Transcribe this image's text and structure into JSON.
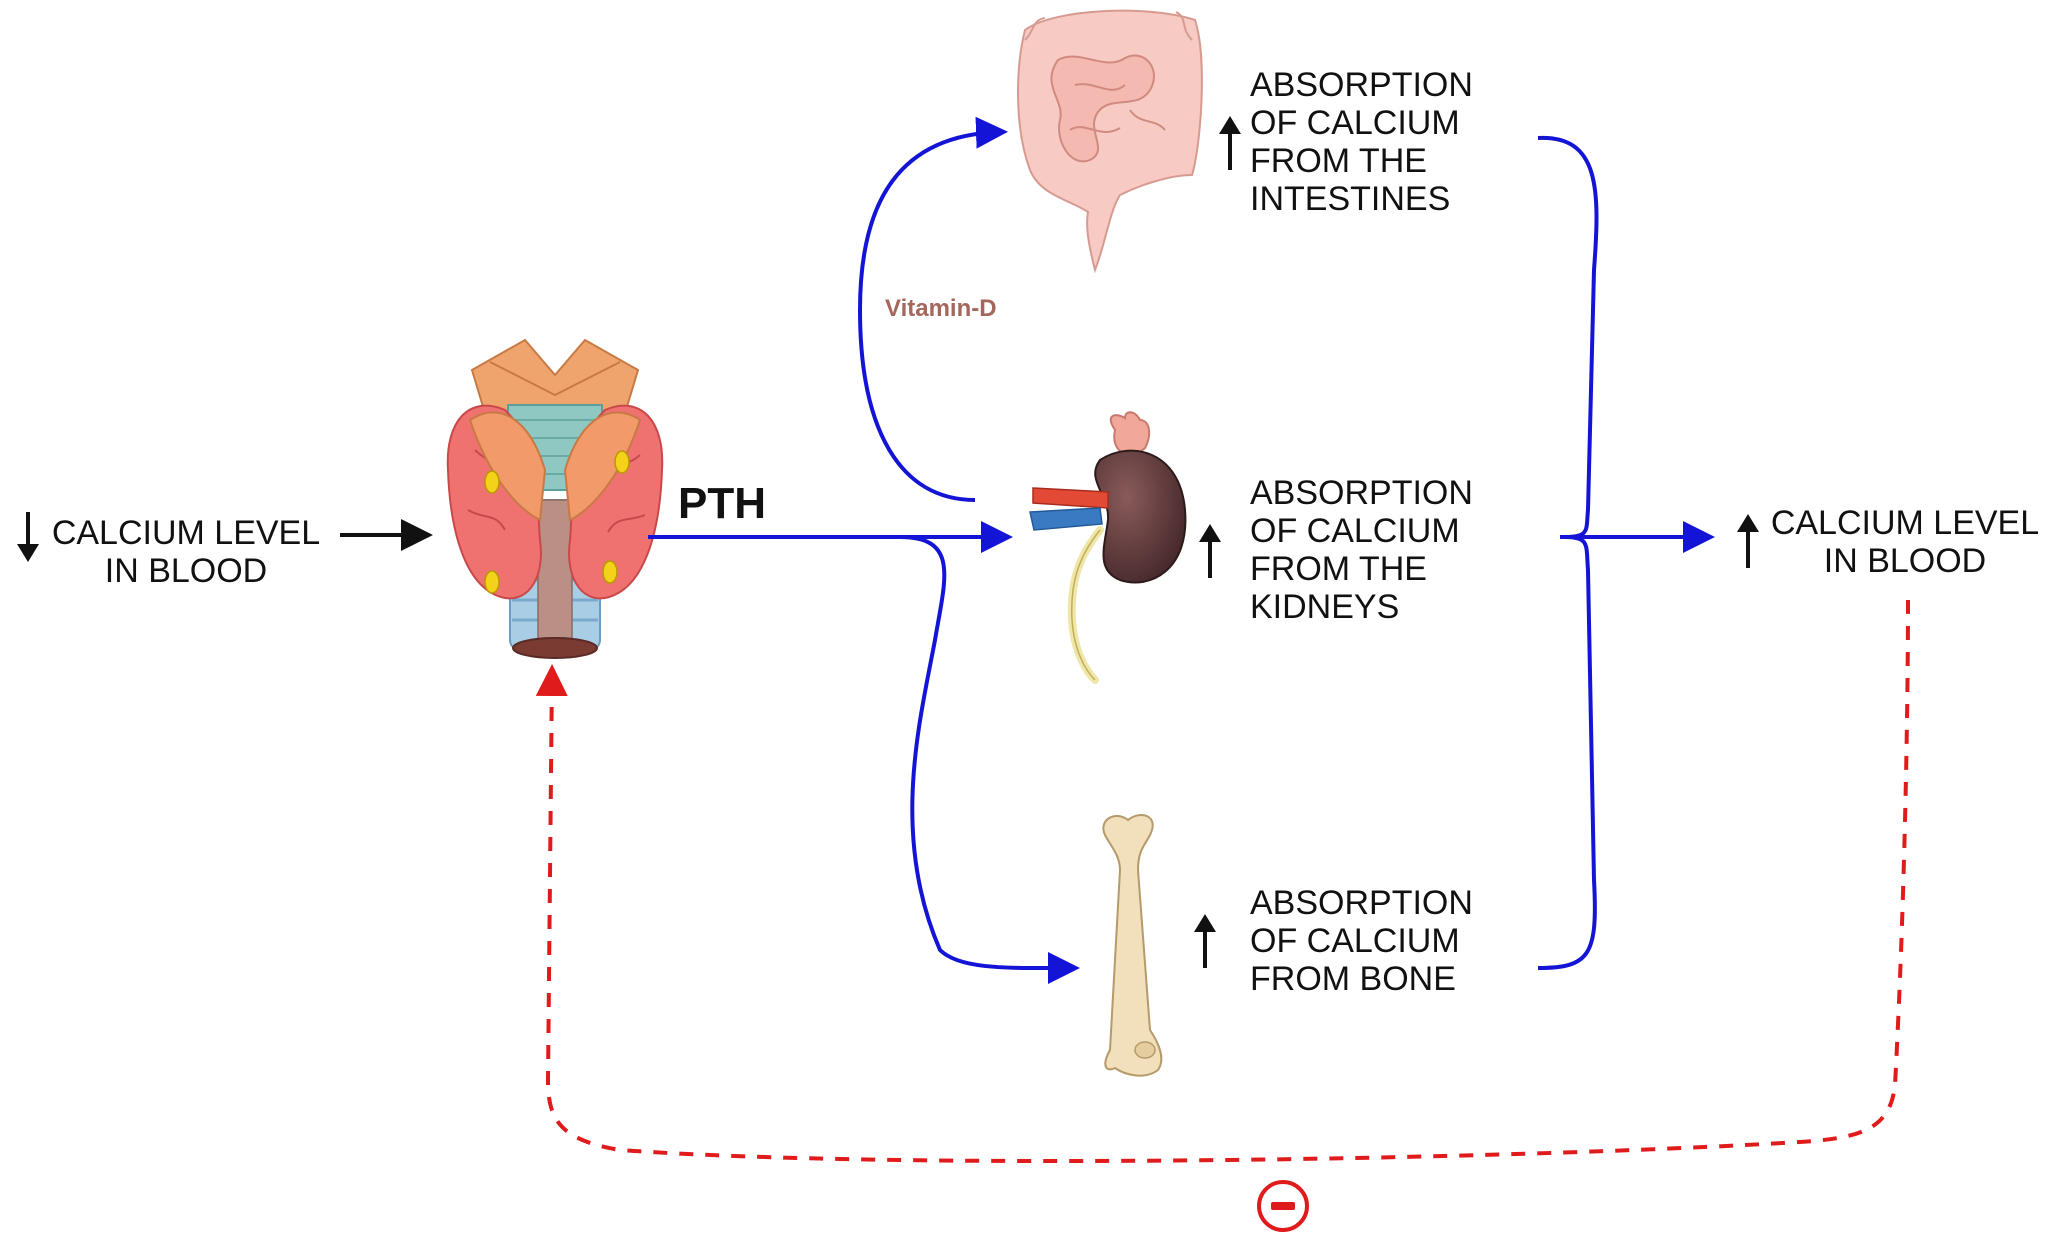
{
  "labels": {
    "input_line1": "CALCIUM LEVEL",
    "input_line2": "IN BLOOD",
    "hormone": "PTH",
    "vitamin": "Vitamin-D",
    "intestine_line1": "ABSORPTION",
    "intestine_line2": "OF CALCIUM",
    "intestine_line3": "FROM THE",
    "intestine_line4": "INTESTINES",
    "kidney_line1": "ABSORPTION",
    "kidney_line2": "OF CALCIUM",
    "kidney_line3": "FROM THE",
    "kidney_line4": "KIDNEYS",
    "bone_line1": "ABSORPTION",
    "bone_line2": "OF CALCIUM",
    "bone_line3": "FROM BONE",
    "output_line1": "CALCIUM LEVEL",
    "output_line2": "IN BLOOD"
  },
  "colors": {
    "pathway": "#1414d6",
    "feedback": "#e01b1b",
    "vitamin_text": "#a5675b",
    "text": "#111111"
  },
  "icons": [
    "down-arrow-icon",
    "up-arrow-icon",
    "minus-circle-icon"
  ]
}
